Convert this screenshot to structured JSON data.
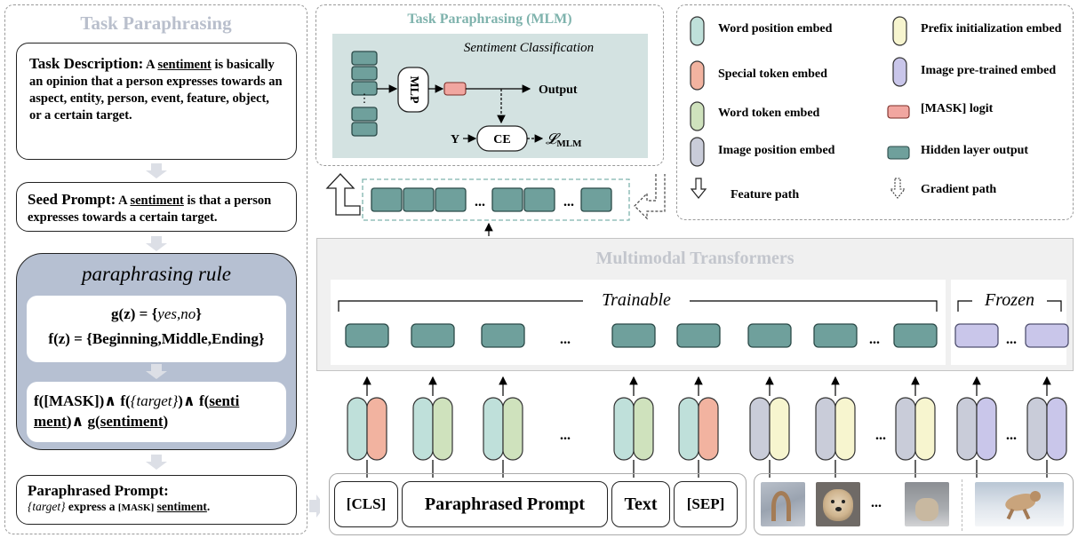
{
  "left": {
    "title": "Task Paraphrasing",
    "task_desc": {
      "label": "Task Description:",
      "t1": " A ",
      "w_sentiment": "sentiment",
      "t2": " is basically an opinion that a person expresses towards an aspect, entity, person, event, feature, object, or a certain target."
    },
    "seed": {
      "label": "Seed Prompt:",
      "t1": " A ",
      "w_sentiment": "sentiment",
      "t2": " is that a person expresses towards  a certain target."
    },
    "rule": {
      "title": "paraphrasing rule",
      "g_lhs": "g(z) = {",
      "g_vals": "yes,no",
      "g_rhs": "}",
      "f_line": "f(z) = {Beginning,Middle,Ending}",
      "c1": "f([MASK])∧ f(",
      "c_target": "{target}",
      "c2": ")∧ f(",
      "c_senti1": "senti",
      "c_senti2": "ment",
      "c3": ")∧ g(",
      "c_sentiment": "sentiment",
      "c4": ")"
    },
    "para": {
      "label": "Paraphrased Prompt:",
      "target": "{target}",
      "t1": " express a ",
      "mask": "[MASK]",
      "w_sentiment": "sentiment",
      "t2": "."
    }
  },
  "mlm": {
    "title": "Task Paraphrasing (MLM)",
    "subtitle": "Sentiment Classification",
    "mlp": "MLP",
    "output": "Output",
    "y": "Y",
    "ce": "CE",
    "loss_l": "𝓛",
    "loss_sub": "MLM",
    "dots": "...",
    "vdots": "⋮"
  },
  "legend": {
    "items": [
      {
        "label": "Word position embed"
      },
      {
        "label": "Special token embed"
      },
      {
        "label": "Word token embed"
      },
      {
        "label": "Image position embed"
      },
      {
        "label": "Feature path"
      },
      {
        "label": "Prefix initialization embed"
      },
      {
        "label": "Image pre-trained embed"
      },
      {
        "label": "[MASK] logit"
      },
      {
        "label": "Hidden layer output"
      },
      {
        "label": "Gradient path"
      }
    ]
  },
  "transformer": {
    "title": "Multimodal Transformers",
    "trainable": "Trainable",
    "frozen": "Frozen",
    "dots": "..."
  },
  "inputs": {
    "cls": "[CLS]",
    "para": "Paraphrased Prompt",
    "text": "Text",
    "sep": "[SEP]",
    "dots": "..."
  },
  "colors": {
    "teal": "#6fa09c",
    "word_position": "#bfe0da",
    "special_token": "#f2b3a0",
    "word_token": "#cfe2bd",
    "image_position": "#c9ccd9",
    "prefix_init": "#f7f5cf",
    "image_pretrained": "#c9c6ea",
    "mask_logit": "#f1a6a0"
  }
}
